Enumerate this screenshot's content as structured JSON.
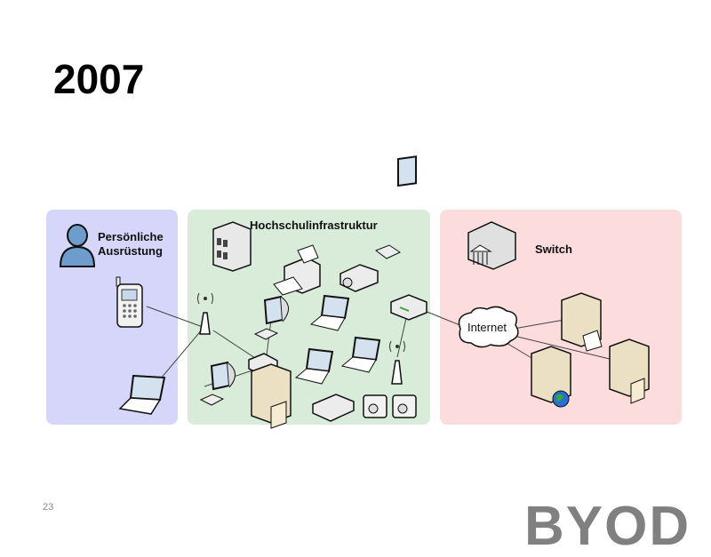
{
  "slide": {
    "title": "2007",
    "slide_number": "23",
    "brand_text": "BYOD"
  },
  "zones": [
    {
      "id": "personal",
      "label_line1": "Persönliche",
      "label_line2": "Ausrüstung",
      "color": "#d6d6fa"
    },
    {
      "id": "campus",
      "label": "Hochschulinfrastruktur",
      "color": "#d8ecd9"
    },
    {
      "id": "internet",
      "label": "Switch",
      "color": "#fddcdd"
    }
  ],
  "nodes": {
    "personal": [
      "user",
      "mobile-phone",
      "laptop"
    ],
    "campus": [
      "building",
      "printer",
      "projector",
      "desktop-monitor",
      "wireless-access-point",
      "crt-monitor",
      "laptop",
      "laptop",
      "laptop",
      "router",
      "wireless-access-point",
      "network-hub",
      "crt-monitor",
      "file-server",
      "scanner",
      "camera",
      "camera"
    ],
    "internet": [
      "institution-building",
      "cloud",
      "mail-server",
      "web-server",
      "file-server"
    ]
  },
  "cloud_label": "Internet"
}
